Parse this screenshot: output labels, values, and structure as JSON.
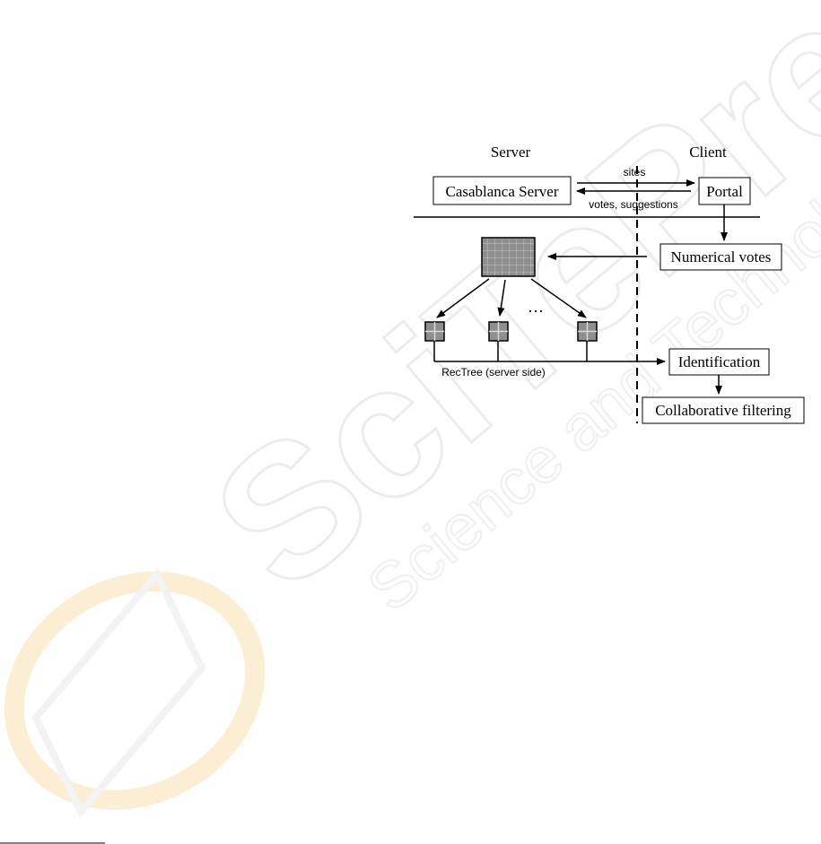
{
  "watermark": {
    "brand": "SciTePress",
    "tagline": "Science and Technology Publications"
  },
  "diagram": {
    "server_header": "Server",
    "client_header": "Client",
    "casablanca_label": "Casablanca Server",
    "portal_label": "Portal",
    "sites_label": "sites",
    "votes_suggestions_label": "votes, suggestions",
    "numerical_votes_label": "Numerical votes",
    "ellipsis": "…",
    "rectree_label": "RecTree (server side)",
    "identification_label": "Identification",
    "collab_filtering_label": "Collaborative filtering"
  }
}
